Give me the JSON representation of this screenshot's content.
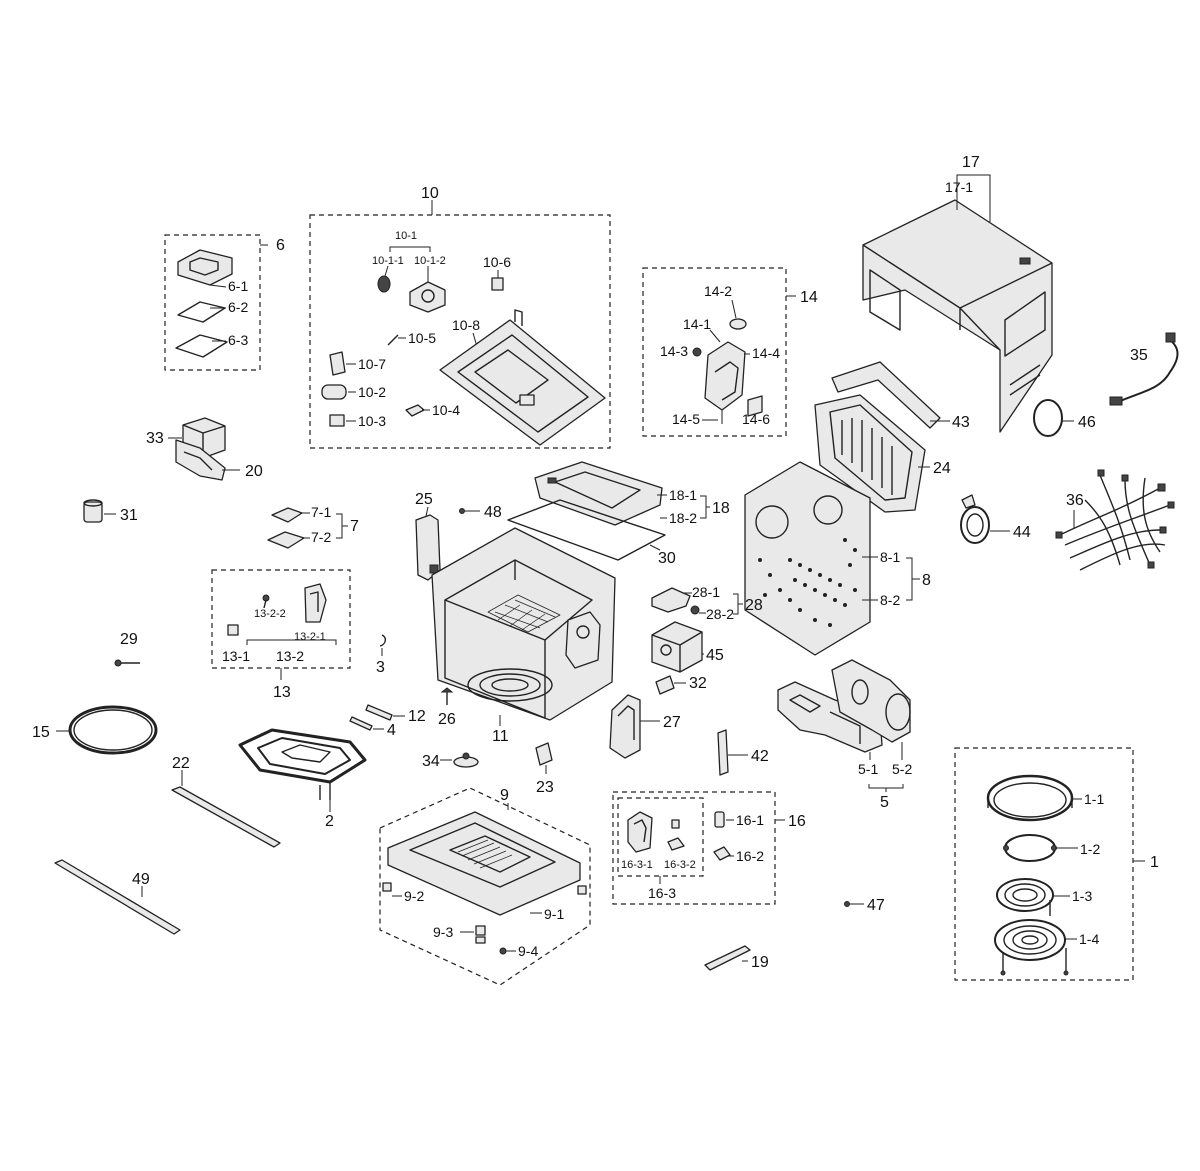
{
  "labels": {
    "l1": "1",
    "l1_1": "1-1",
    "l1_2": "1-2",
    "l1_3": "1-3",
    "l1_4": "1-4",
    "l2": "2",
    "l3": "3",
    "l4": "4",
    "l5": "5",
    "l5_1": "5-1",
    "l5_2": "5-2",
    "l6": "6",
    "l6_1": "6-1",
    "l6_2": "6-2",
    "l6_3": "6-3",
    "l7_1": "7-1",
    "l7_2": "7-2",
    "l7": "7",
    "l8": "8",
    "l8_1": "8-1",
    "l8_2": "8-2",
    "l9": "9",
    "l9_1": "9-1",
    "l9_2": "9-2",
    "l9_3": "9-3",
    "l9_4": "9-4",
    "l10": "10",
    "l10_1": "10-1",
    "l10_1_1": "10-1-1",
    "l10_1_2": "10-1-2",
    "l10_2": "10-2",
    "l10_3": "10-3",
    "l10_4": "10-4",
    "l10_5": "10-5",
    "l10_6": "10-6",
    "l10_7": "10-7",
    "l10_8": "10-8",
    "l11": "11",
    "l12": "12",
    "l13": "13",
    "l13_1": "13-1",
    "l13_2": "13-2",
    "l13_2_1": "13-2-1",
    "l13_2_2": "13-2-2",
    "l14": "14",
    "l14_1": "14-1",
    "l14_2": "14-2",
    "l14_3": "14-3",
    "l14_4": "14-4",
    "l14_5": "14-5",
    "l14_6": "14-6",
    "l15": "15",
    "l16": "16",
    "l16_1": "16-1",
    "l16_2": "16-2",
    "l16_3": "16-3",
    "l16_3_1": "16-3-1",
    "l16_3_2": "16-3-2",
    "l17": "17",
    "l17_1": "17-1",
    "l18": "18",
    "l18_1": "18-1",
    "l18_2": "18-2",
    "l19": "19",
    "l20": "20",
    "l22": "22",
    "l23": "23",
    "l24": "24",
    "l25": "25",
    "l26": "26",
    "l27": "27",
    "l28": "28",
    "l28_1": "28-1",
    "l28_2": "28-2",
    "l29": "29",
    "l30": "30",
    "l31": "31",
    "l32": "32",
    "l33": "33",
    "l34": "34",
    "l35": "35",
    "l36": "36",
    "l42": "42",
    "l43": "43",
    "l44": "44",
    "l45": "45",
    "l46": "46",
    "l47": "47",
    "l48": "48",
    "l49": "49"
  }
}
